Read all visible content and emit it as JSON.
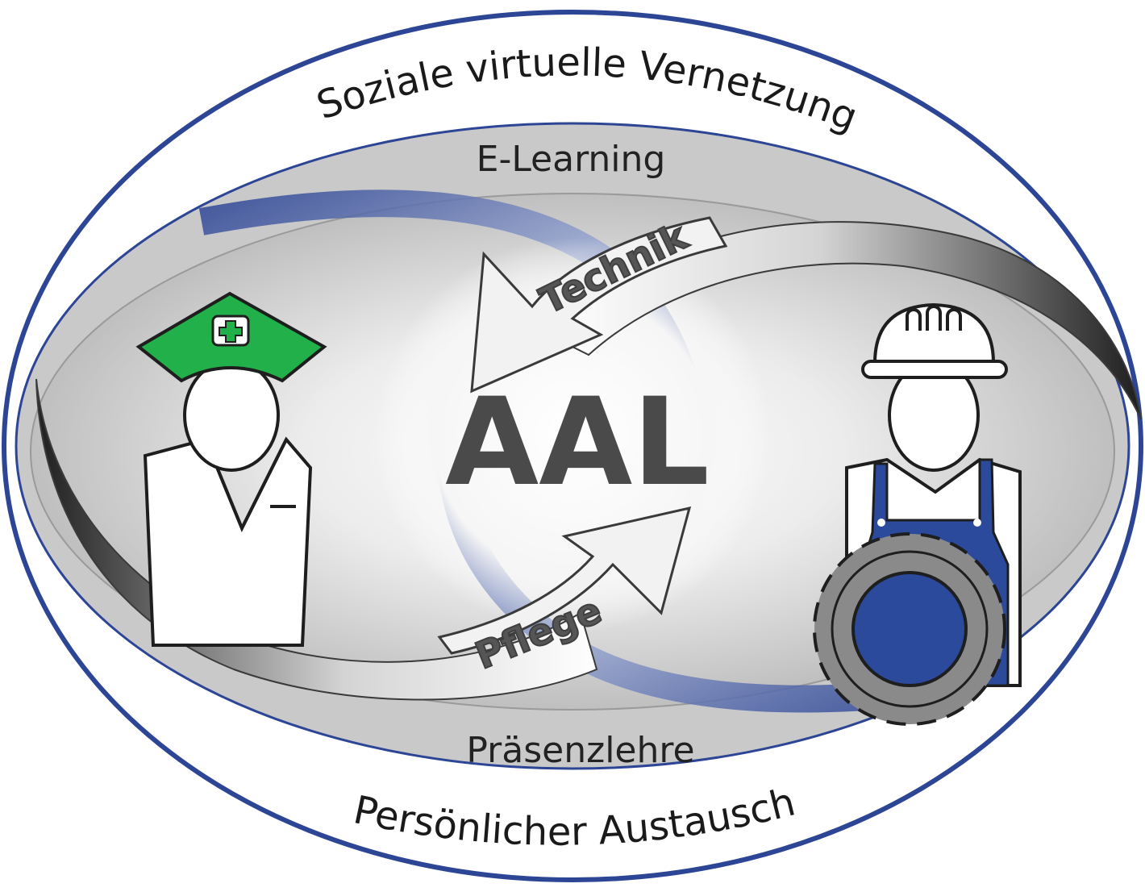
{
  "diagram": {
    "outer_ring_top": "Soziale virtuelle Vernetzung",
    "outer_ring_bottom": "Persönlicher Austausch",
    "band_top": "E-Learning",
    "band_bottom": "Präsenzlehre",
    "arrow_top": "Technik",
    "arrow_bottom": "Pflege",
    "center": "AAL",
    "figure_left": "nurse-icon",
    "figure_right": "technician-icon",
    "colors": {
      "ring": "#2d4595",
      "band": "#c8c8c8",
      "nurse_cap": "#22b04b",
      "overalls": "#2b4a9b",
      "gear": "#8a8a8a",
      "center_text": "#4a4a4a"
    }
  }
}
